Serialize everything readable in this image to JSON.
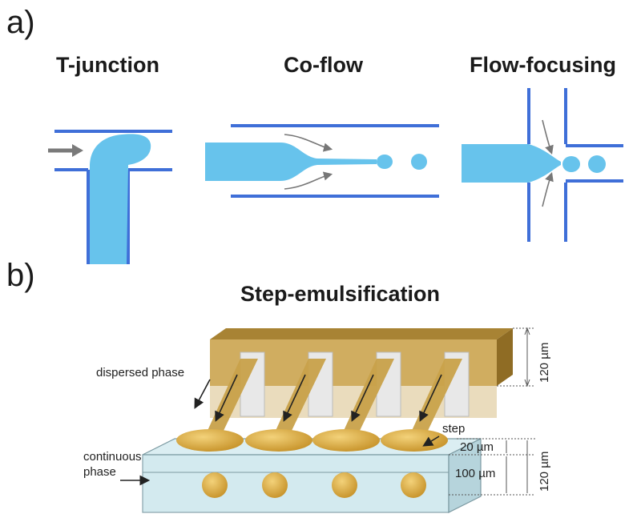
{
  "panel_a": {
    "label": "a)",
    "titles": {
      "t_junction": "T-junction",
      "co_flow": "Co-flow",
      "flow_focusing": "Flow-focusing"
    }
  },
  "panel_b": {
    "label": "b)",
    "title": "Step-emulsification",
    "annotations": {
      "dispersed": "dispersed phase",
      "continuous_line1": "continuous",
      "continuous_line2": "phase",
      "step": "step",
      "dim_top": "120 µm",
      "dim_step": "20 µm",
      "dim_channel": "100 µm",
      "dim_bottom": "120 µm"
    }
  },
  "colors": {
    "wall": "#3f6fd8",
    "fluid": "#67c3ec",
    "arrow": "#7a7a7a",
    "dispersed": "#c9a24a",
    "dispersed_dark": "#a57d2a",
    "channel": "#cfe8ee",
    "channel_edge": "#7c9aa2"
  }
}
